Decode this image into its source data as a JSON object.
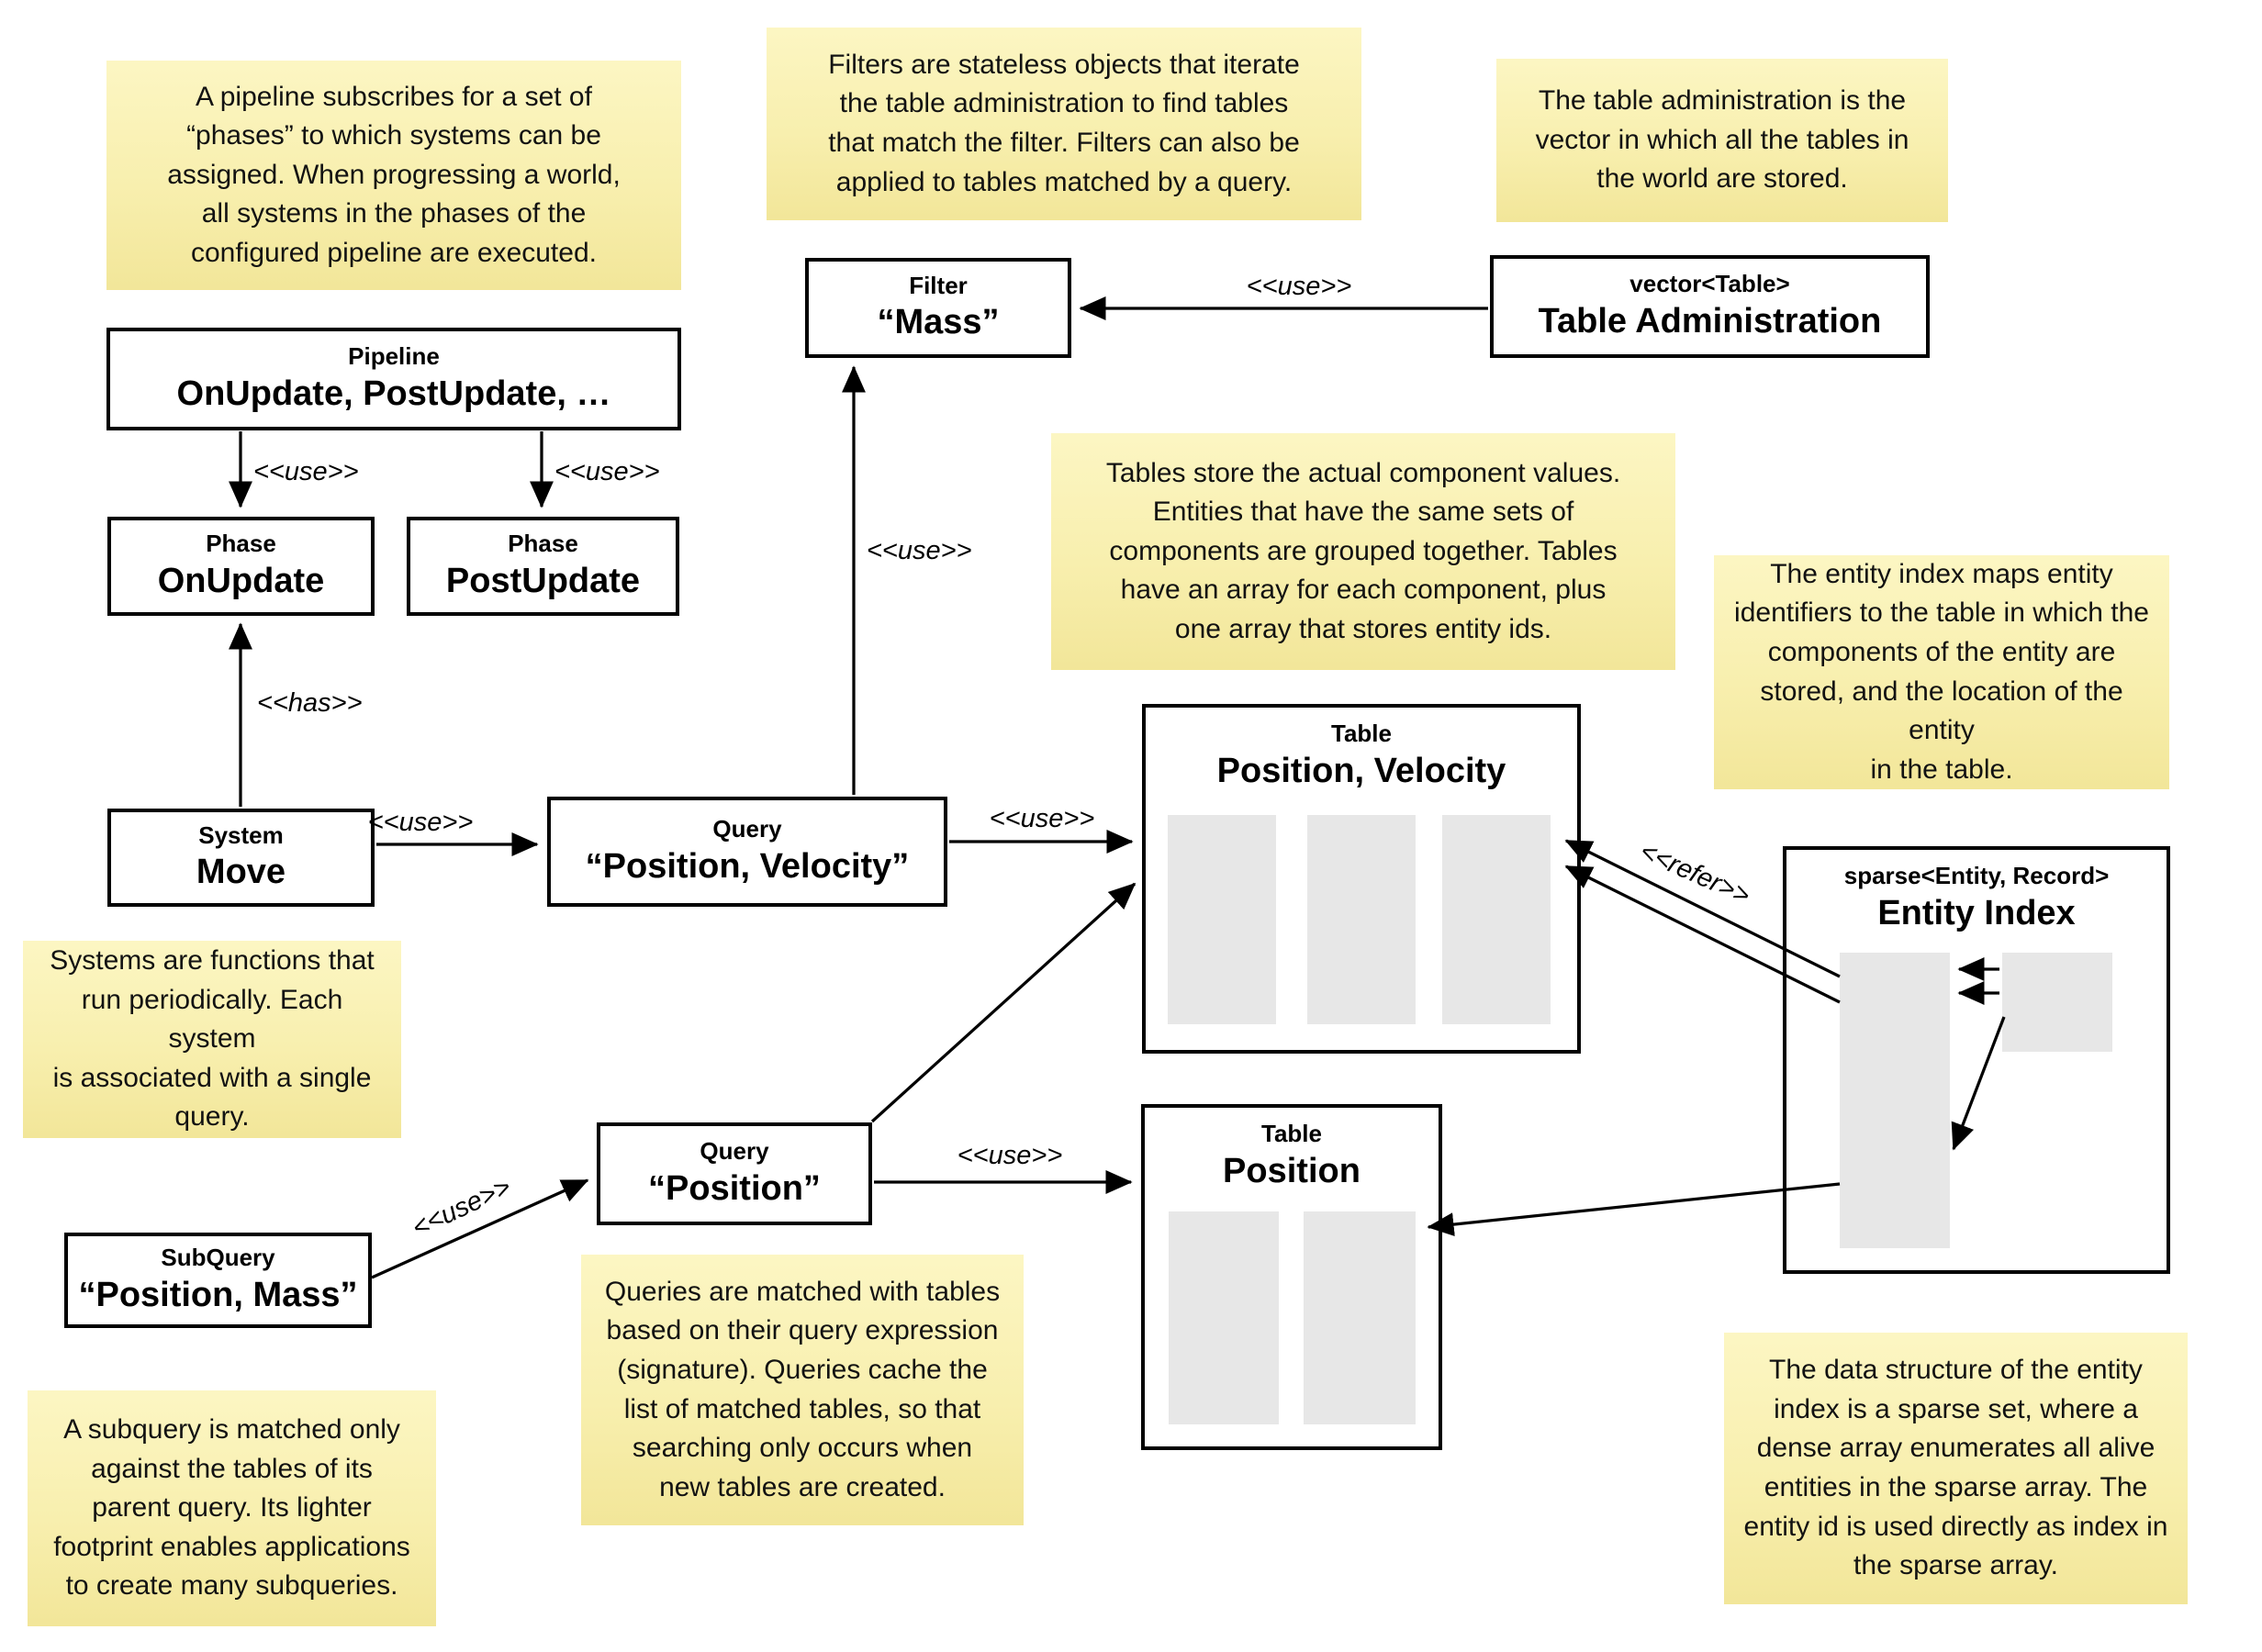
{
  "diagram": {
    "background": "#ffffff",
    "colors": {
      "note_fill_top": "#fcf6c3",
      "note_fill_bottom": "#f2e699",
      "box_border": "#000000",
      "array_fill": "#e7e7e7",
      "line": "#000000"
    },
    "labels": {
      "use": "<<use>>",
      "has": "<<has>>",
      "refer": "<<refer>>"
    }
  },
  "notes": {
    "pipeline": {
      "text": "A pipeline subscribes for a set of\n“phases” to which systems can be\nassigned. When progressing a world,\nall systems in the phases of the\nconfigured pipeline are executed."
    },
    "filters": {
      "text": "Filters are stateless objects that iterate\nthe table administration to find tables\nthat match the filter. Filters can also be\napplied to tables matched by a query."
    },
    "table_administration": {
      "text": "The table administration is the\nvector in which all the tables in\nthe world are stored."
    },
    "tables": {
      "text": "Tables store the actual component values.\nEntities that have the same sets of\ncomponents are grouped together. Tables\nhave an array for each component, plus\none array that stores entity ids."
    },
    "entity_index": {
      "text": "The entity index maps entity\nidentifiers to the table in which the\ncomponents of the entity are\nstored, and the location of the entity\nin the table."
    },
    "systems": {
      "text": "Systems are functions that\nrun periodically. Each system\nis associated with a single\nquery."
    },
    "queries": {
      "text": "Queries are matched with tables\nbased on their query expression\n(signature). Queries cache the\nlist of matched tables, so that\nsearching only occurs when\nnew tables are created."
    },
    "subquery": {
      "text": "A subquery is matched only\nagainst the tables of its\nparent query. Its lighter\nfootprint enables applications\nto create many subqueries."
    },
    "sparse_set": {
      "text": "The data structure of the entity\nindex is a sparse set, where a\ndense array enumerates all alive\nentities in the sparse array. The\nentity id is used directly as index in\nthe sparse array."
    }
  },
  "boxes": {
    "pipeline": {
      "kind": "Pipeline",
      "name": "OnUpdate, PostUpdate, …"
    },
    "phase_onupdate": {
      "kind": "Phase",
      "name": "OnUpdate"
    },
    "phase_postupdate": {
      "kind": "Phase",
      "name": "PostUpdate"
    },
    "system_move": {
      "kind": "System",
      "name": "Move"
    },
    "query_position_velocity": {
      "kind": "Query",
      "name": "“Position, Velocity”"
    },
    "filter_mass": {
      "kind": "Filter",
      "name": "“Mass”"
    },
    "table_administration": {
      "kind": "vector<Table>",
      "name": "Table Administration"
    },
    "table_position_velocity": {
      "kind": "Table",
      "name": "Position, Velocity"
    },
    "table_position": {
      "kind": "Table",
      "name": "Position"
    },
    "query_position": {
      "kind": "Query",
      "name": "“Position”"
    },
    "subquery_position_mass": {
      "kind": "SubQuery",
      "name": "“Position, Mass”"
    },
    "entity_index": {
      "kind": "sparse<Entity, Record>",
      "name": "Entity Index"
    }
  }
}
